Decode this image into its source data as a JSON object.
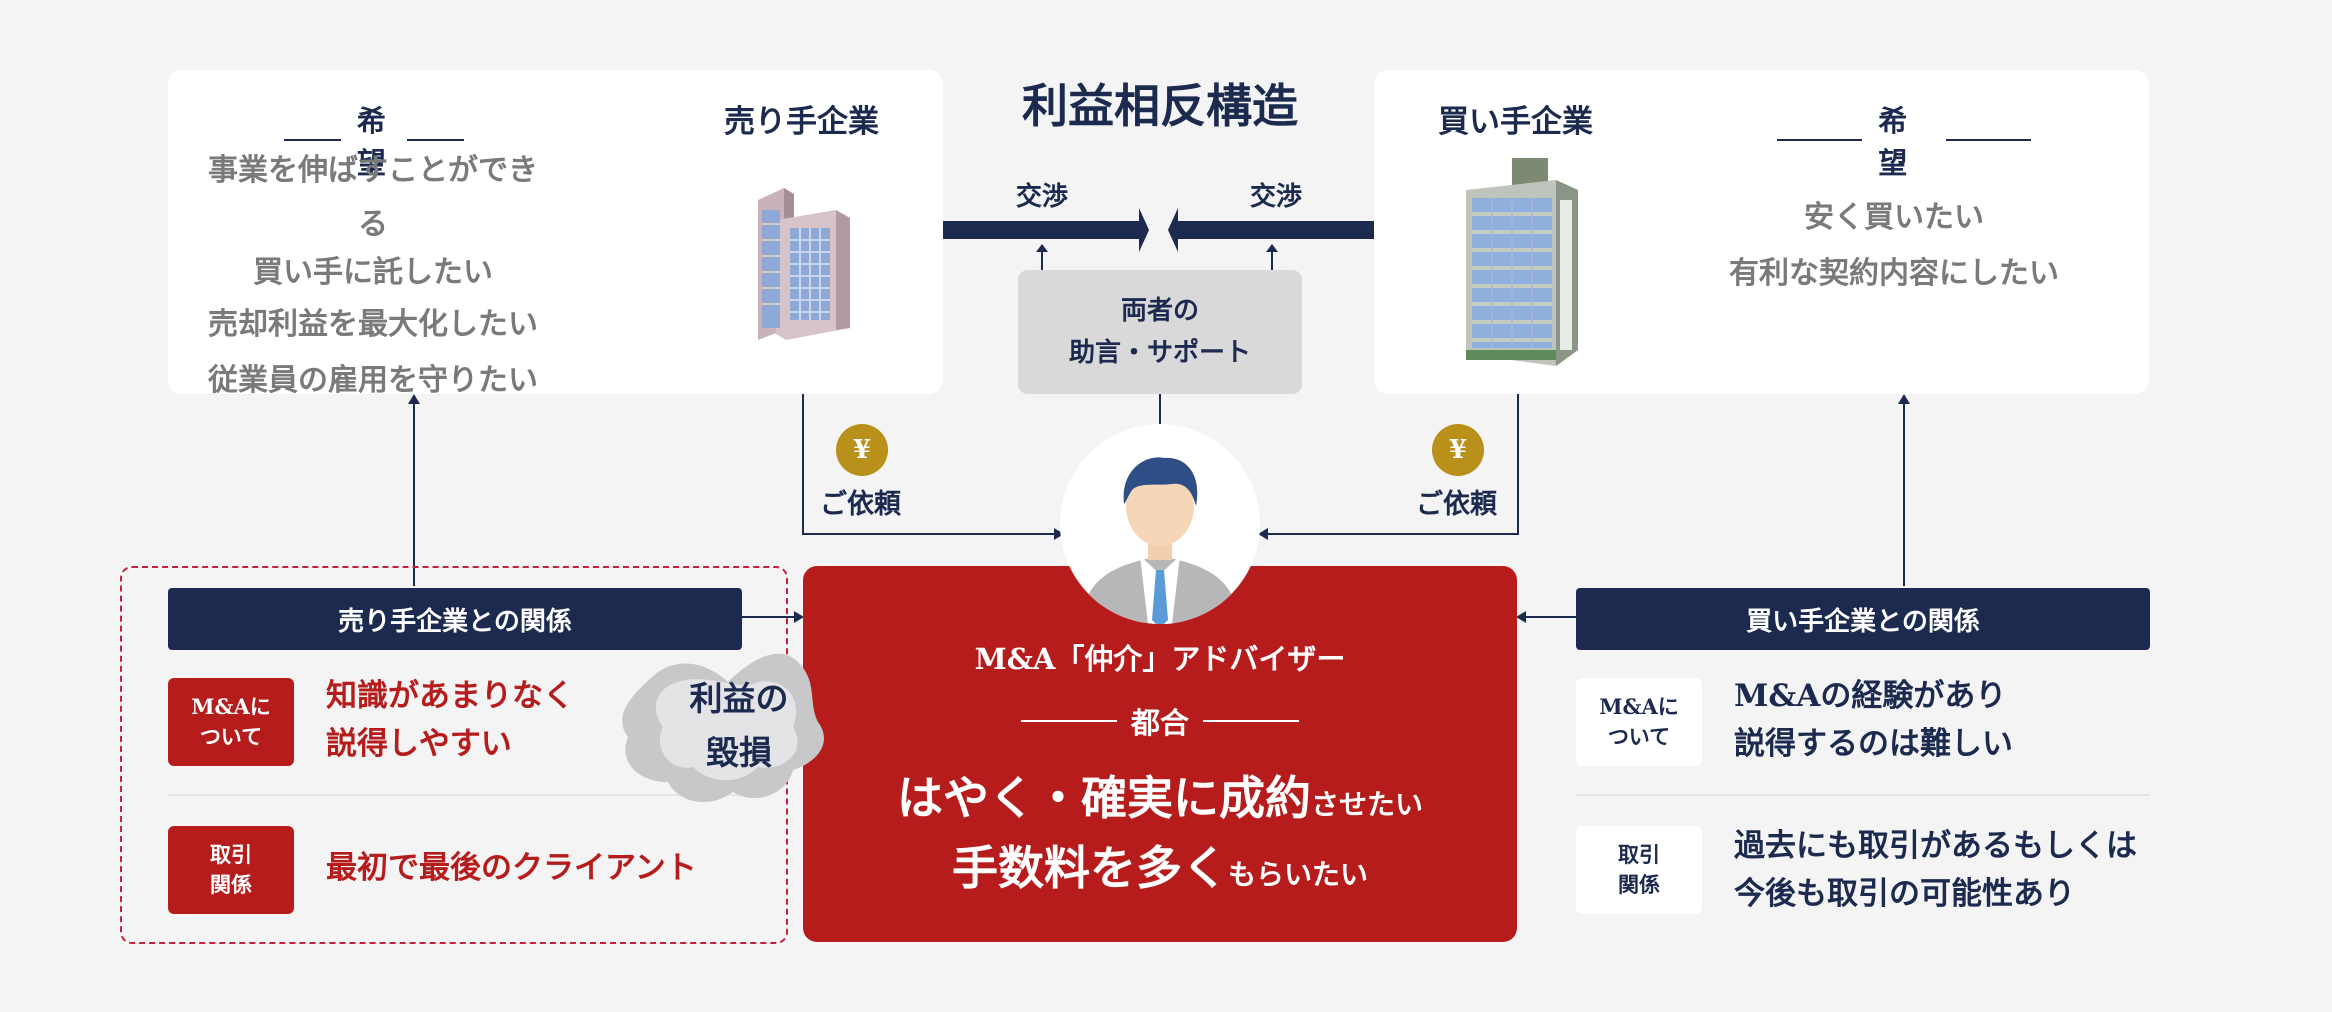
{
  "title": "利益相反構造",
  "seller": {
    "hope_label": "希望",
    "company_label": "売り手企業",
    "hopes": [
      "事業を伸ばすことができる",
      "買い手に託したい",
      "売却利益を最大化したい",
      "従業員の雇用を守りたい"
    ]
  },
  "buyer": {
    "hope_label": "希望",
    "company_label": "買い手企業",
    "hopes": [
      "安く買いたい",
      "有利な契約内容にしたい"
    ]
  },
  "negotiation": {
    "left": "交渉",
    "right": "交渉"
  },
  "support": {
    "line1": "両者の",
    "line2": "助言・サポート"
  },
  "request": {
    "coin": "¥",
    "left": "ご依頼",
    "right": "ご依頼"
  },
  "seller_relation": {
    "bar": "売り手企業との関係",
    "tag1": [
      "M&Aに",
      "ついて"
    ],
    "text1": [
      "知識があまりなく",
      "説得しやすい"
    ],
    "tag2": [
      "取引",
      "関係"
    ],
    "text2": [
      "最初で最後のクライアント"
    ]
  },
  "buyer_relation": {
    "bar": "買い手企業との関係",
    "tag1": [
      "M&Aに",
      "ついて"
    ],
    "text1": [
      "M&Aの経験があり",
      "説得するのは難しい"
    ],
    "tag2": [
      "取引",
      "関係"
    ],
    "text2": [
      "過去にも取引があるもしくは",
      "今後も取引の可能性あり"
    ]
  },
  "advisor": {
    "title": "M&A「仲介」アドバイザー",
    "sub": "都合",
    "line1_big": "はやく・確実に成約",
    "line1_small": "させたい",
    "line2_big": "手数料を多く",
    "line2_small": "もらいたい"
  },
  "loss": {
    "line1": "利益の",
    "line2": "毀損"
  },
  "colors": {
    "navy": "#1b2a4e",
    "red": "#b71c1c",
    "gold": "#b8901a",
    "gray_box": "#d9d9da"
  }
}
